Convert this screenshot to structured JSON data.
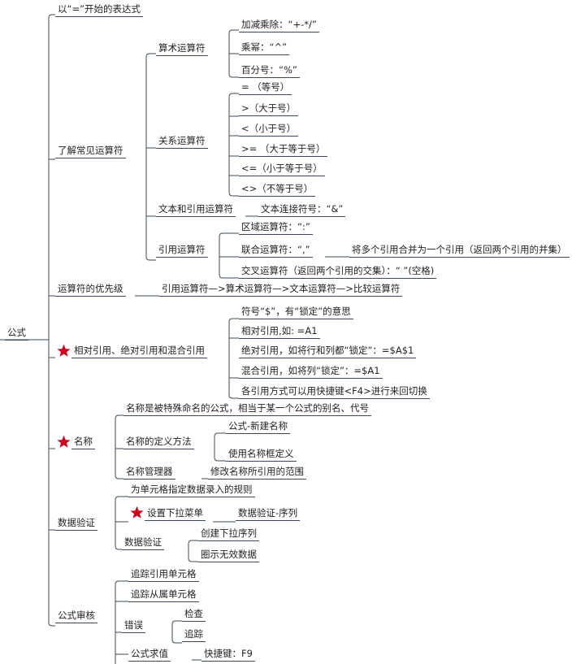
{
  "root": "公式",
  "branches": {
    "b1": "以“=”开始的表达式",
    "b2": "了解常见运算符",
    "b3": "运算符的优先级",
    "b4": "相对引用、绝对引用和混合引用",
    "b5": "名称",
    "b6": "数据验证",
    "b7": "公式审核"
  },
  "operators": {
    "arith": "算术运算符",
    "arith_items": [
      "加减乘除：“+-*/”",
      "乘幂：“^”",
      "百分号：“%”"
    ],
    "rel": "关系运算符",
    "rel_items": [
      "= （等号）",
      ">（大于号）",
      "<（小于号）",
      ">= （大于等于号）",
      "<=（小于等于号）",
      "<>（不等于号）"
    ],
    "text": "文本和引用运算符",
    "text_item": "文本连接符号：“&”",
    "ref": "引用运算符",
    "ref_items": [
      "区域运算符：“:”",
      "联合运算符：“,”",
      "交叉运算符（返回两个引用的交集）：“ ”(空格)"
    ],
    "union_note": "将多个引用合并为一个引用（返回两个引用的并集）"
  },
  "priority": "引用运算符—>算术运算符—>文本运算符—>比较运算符",
  "refs": [
    "符号“$”，有“锁定”的意思",
    "相对引用,如: =A1",
    "绝对引用，如将行和列都“锁定”：=$A$1",
    "混合引用，如将列“锁定”：=$A1",
    "各引用方式可以用快捷键<F4>进行来回切换"
  ],
  "names": {
    "def": "名称是被特殊命名的公式，相当于某一个公式的别名、代号",
    "method": "名称的定义方法",
    "method_items": [
      "公式-新建名称",
      "使用名称框定义"
    ],
    "manager": "名称管理器",
    "manager_item": "修改名称所引用的范围"
  },
  "validation": {
    "rule": "为单元格指定数据录入的规则",
    "dropdown": "设置下拉菜单",
    "dropdown_item": "数据验证-序列",
    "dv": "数据验证",
    "dv_items": [
      "创建下拉序列",
      "圈示无效数据"
    ]
  },
  "audit": {
    "trace_prec": "追踪引用单元格",
    "trace_dep": "追踪从属单元格",
    "error": "错误",
    "error_items": [
      "检查",
      "追踪"
    ],
    "eval": "公式求值",
    "eval_item": "快捷键：F9"
  },
  "colors": {
    "line": "#3a4a5a",
    "star": "#d0021b"
  }
}
